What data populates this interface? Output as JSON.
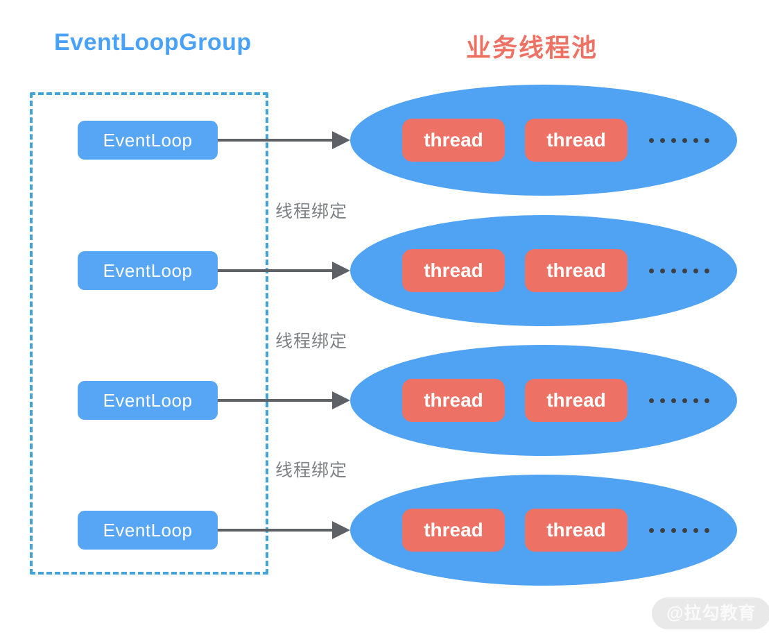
{
  "diagram": {
    "left_title": "EventLoopGroup",
    "right_title": "业务线程池",
    "rows": [
      {
        "eventloop_label": "EventLoop",
        "threads": [
          "thread",
          "thread"
        ]
      },
      {
        "eventloop_label": "EventLoop",
        "threads": [
          "thread",
          "thread"
        ]
      },
      {
        "eventloop_label": "EventLoop",
        "threads": [
          "thread",
          "thread"
        ]
      },
      {
        "eventloop_label": "EventLoop",
        "threads": [
          "thread",
          "thread"
        ]
      }
    ],
    "binding_labels": [
      "线程绑定",
      "线程绑定",
      "线程绑定"
    ],
    "watermark": "@拉勾教育",
    "colors": {
      "blue_title": "#4aa2f8",
      "blue_box": "#57a6f6",
      "blue_ellipse": "#4fa3f2",
      "dashed_border": "#41a3da",
      "salmon": "#ee7164",
      "arrow_gray": "#5e6166",
      "label_gray": "#7e8285",
      "dots_color": "#3e4144",
      "watermark_bg": "#e9e9e9",
      "watermark_text": "#fafafa"
    }
  }
}
